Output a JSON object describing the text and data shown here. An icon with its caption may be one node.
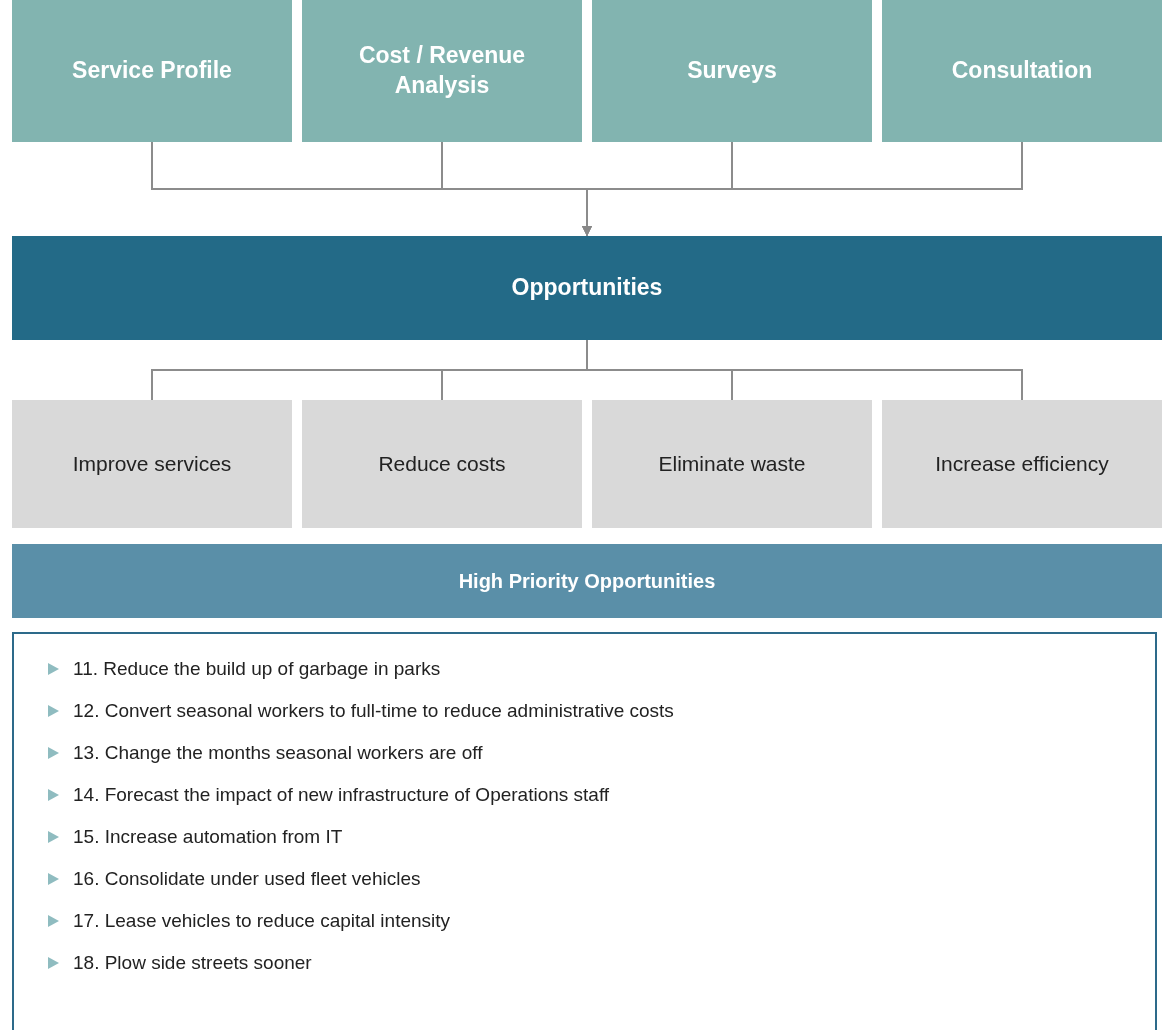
{
  "diagram": {
    "nodes": [
      {
        "text": [
          "Service Profile"
        ]
      },
      {
        "text": [
          "Cost / Revenue Analysis"
        ]
      },
      {
        "text": [
          "Surveys"
        ]
      },
      {
        "text": [
          "Consultation"
        ]
      },
      {
        "text": [
          "Opportunities"
        ]
      },
      {
        "text": [
          "Improve services"
        ]
      },
      {
        "text": [
          "Reduce costs"
        ]
      },
      {
        "text": [
          "Eliminate waste"
        ]
      },
      {
        "text": [
          "Increase efficiency"
        ]
      },
      {
        "text": [
          "High Priority Opportunities"
        ]
      },
      {
        "text": [
          "11. Reduce the build up of garbage in parks",
          "12. Convert seasonal workers to full-time to reduce administrative costs",
          "13. Change the months seasonal workers are off",
          "14. Forecast the impact of new infrastructure of Operations staff",
          "15. Increase automation from IT",
          "16. Consolidate under used fleet vehicles",
          "17. Lease vehicles to reduce capital intensity",
          "18. Plow side streets sooner"
        ]
      }
    ],
    "edges": [
      {
        "from": 0,
        "to": 4,
        "arrow": "to"
      },
      {
        "from": 1,
        "to": 4,
        "arrow": "to"
      },
      {
        "from": 2,
        "to": 4,
        "arrow": "to"
      },
      {
        "from": 3,
        "to": 4,
        "arrow": "to"
      },
      {
        "from": 4,
        "to": 5,
        "arrow": "none"
      },
      {
        "from": 4,
        "to": 6,
        "arrow": "none"
      },
      {
        "from": 4,
        "to": 7,
        "arrow": "none"
      },
      {
        "from": 4,
        "to": 8,
        "arrow": "none"
      }
    ]
  }
}
